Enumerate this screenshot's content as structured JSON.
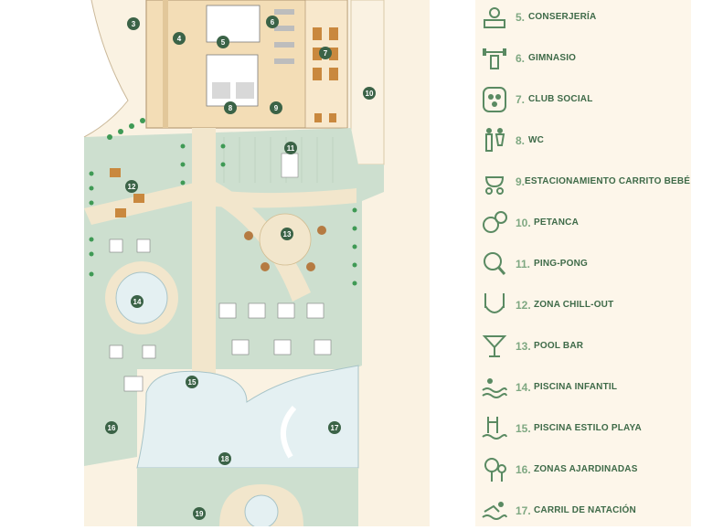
{
  "plan": {
    "area_numbers": [
      "3",
      "4",
      "5",
      "6",
      "7",
      "8",
      "9",
      "10",
      "11",
      "12",
      "13",
      "14",
      "15",
      "16",
      "17",
      "18",
      "19"
    ]
  },
  "legend": {
    "items": [
      {
        "num": "5.",
        "label": "CONSERJERÍA",
        "icon": "concierge-bell-icon"
      },
      {
        "num": "6.",
        "label": "GIMNASIO",
        "icon": "gym-weights-icon"
      },
      {
        "num": "7.",
        "label": "CLUB SOCIAL",
        "icon": "social-club-icon"
      },
      {
        "num": "8.",
        "label": "WC",
        "icon": "restroom-icon"
      },
      {
        "num": "9.",
        "label": "ESTACIONAMIENTO CARRITO BEBÉ",
        "icon": "baby-stroller-icon"
      },
      {
        "num": "10.",
        "label": "PETANCA",
        "icon": "petanque-balls-icon"
      },
      {
        "num": "11.",
        "label": "PING-PONG",
        "icon": "ping-pong-icon"
      },
      {
        "num": "12.",
        "label": "ZONA CHILL-OUT",
        "icon": "hammock-icon"
      },
      {
        "num": "13.",
        "label": "POOL BAR",
        "icon": "cocktail-icon"
      },
      {
        "num": "14.",
        "label": "PISCINA INFANTIL",
        "icon": "kids-pool-icon"
      },
      {
        "num": "15.",
        "label": "PISCINA ESTILO PLAYA",
        "icon": "beach-pool-icon"
      },
      {
        "num": "16.",
        "label": "ZONAS AJARDINADAS",
        "icon": "garden-trees-icon"
      },
      {
        "num": "17.",
        "label": "CARRIL DE NATACIÓN",
        "icon": "swimmer-icon"
      }
    ]
  },
  "colors": {
    "garden": "#cddfcf",
    "path": "#f2e6cc",
    "pool": "#e4f0f2",
    "building": "#f3ddb6",
    "badge": "#3b6347",
    "accent": "#7fa882"
  }
}
